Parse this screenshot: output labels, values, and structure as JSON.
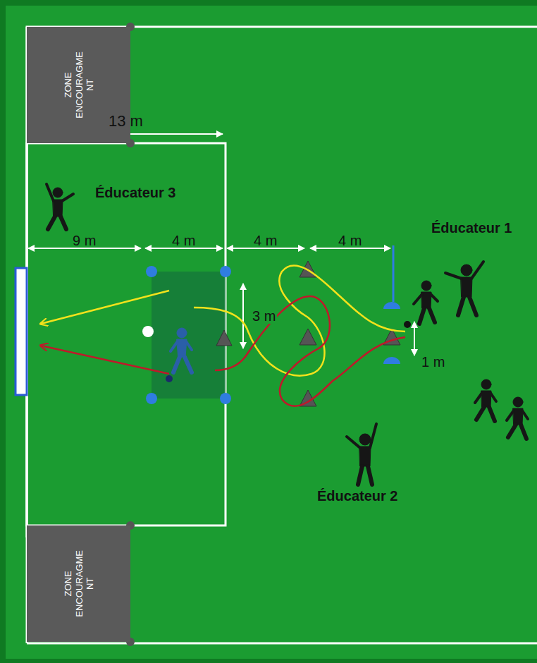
{
  "diagram": {
    "nodes": [
      {
        "text": [
          "ZONE ENCOURAGME NT"
        ]
      },
      {
        "text": [
          "ZONE ENCOURAGME NT"
        ]
      }
    ],
    "labels": [
      "13 m",
      "Éducateur 3",
      "9 m",
      "4 m",
      "4 m",
      "4 m",
      "3 m",
      "Éducateur 1",
      "1 m",
      "Éducateur 2"
    ]
  }
}
